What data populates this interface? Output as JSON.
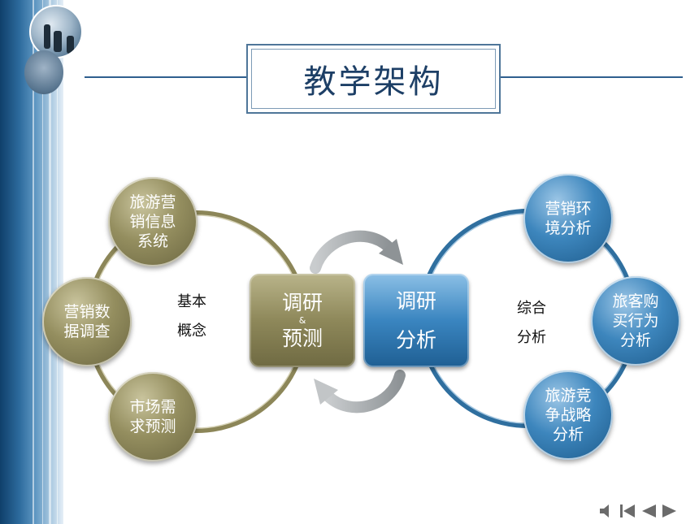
{
  "title": "教学架构",
  "left_group": {
    "center_label_line1": "基本",
    "center_label_line2": "概念",
    "nodes": [
      {
        "label": "旅游营销信息系统",
        "lines": [
          "旅游营",
          "销信息",
          "系统"
        ]
      },
      {
        "label": "营销数据调查",
        "lines": [
          "营销数",
          "据调查"
        ]
      },
      {
        "label": "市场需求预测",
        "lines": [
          "市场需",
          "求预测"
        ]
      }
    ]
  },
  "right_group": {
    "center_label_line1": "综合",
    "center_label_line2": "分析",
    "nodes": [
      {
        "label": "营销环境分析",
        "lines": [
          "营销环",
          "境分析"
        ]
      },
      {
        "label": "旅客购买行为分析",
        "lines": [
          "旅客购",
          "买行为",
          "分析"
        ]
      },
      {
        "label": "旅游竞争战略分析",
        "lines": [
          "旅游竞",
          "争战略",
          "分析"
        ]
      }
    ]
  },
  "center_left": {
    "line1": "调研",
    "amp": "&",
    "line2": "预测"
  },
  "center_right": {
    "line1": "调研",
    "line2": "分析"
  },
  "colors": {
    "olive": "#948e5f",
    "blue": "#3d86bd",
    "ring_olive": "#8c8658",
    "ring_blue": "#2f6f9f",
    "title": "#1d3f66"
  },
  "nav_icons": [
    "speaker-icon",
    "first-page-icon",
    "previous-icon",
    "next-icon"
  ]
}
